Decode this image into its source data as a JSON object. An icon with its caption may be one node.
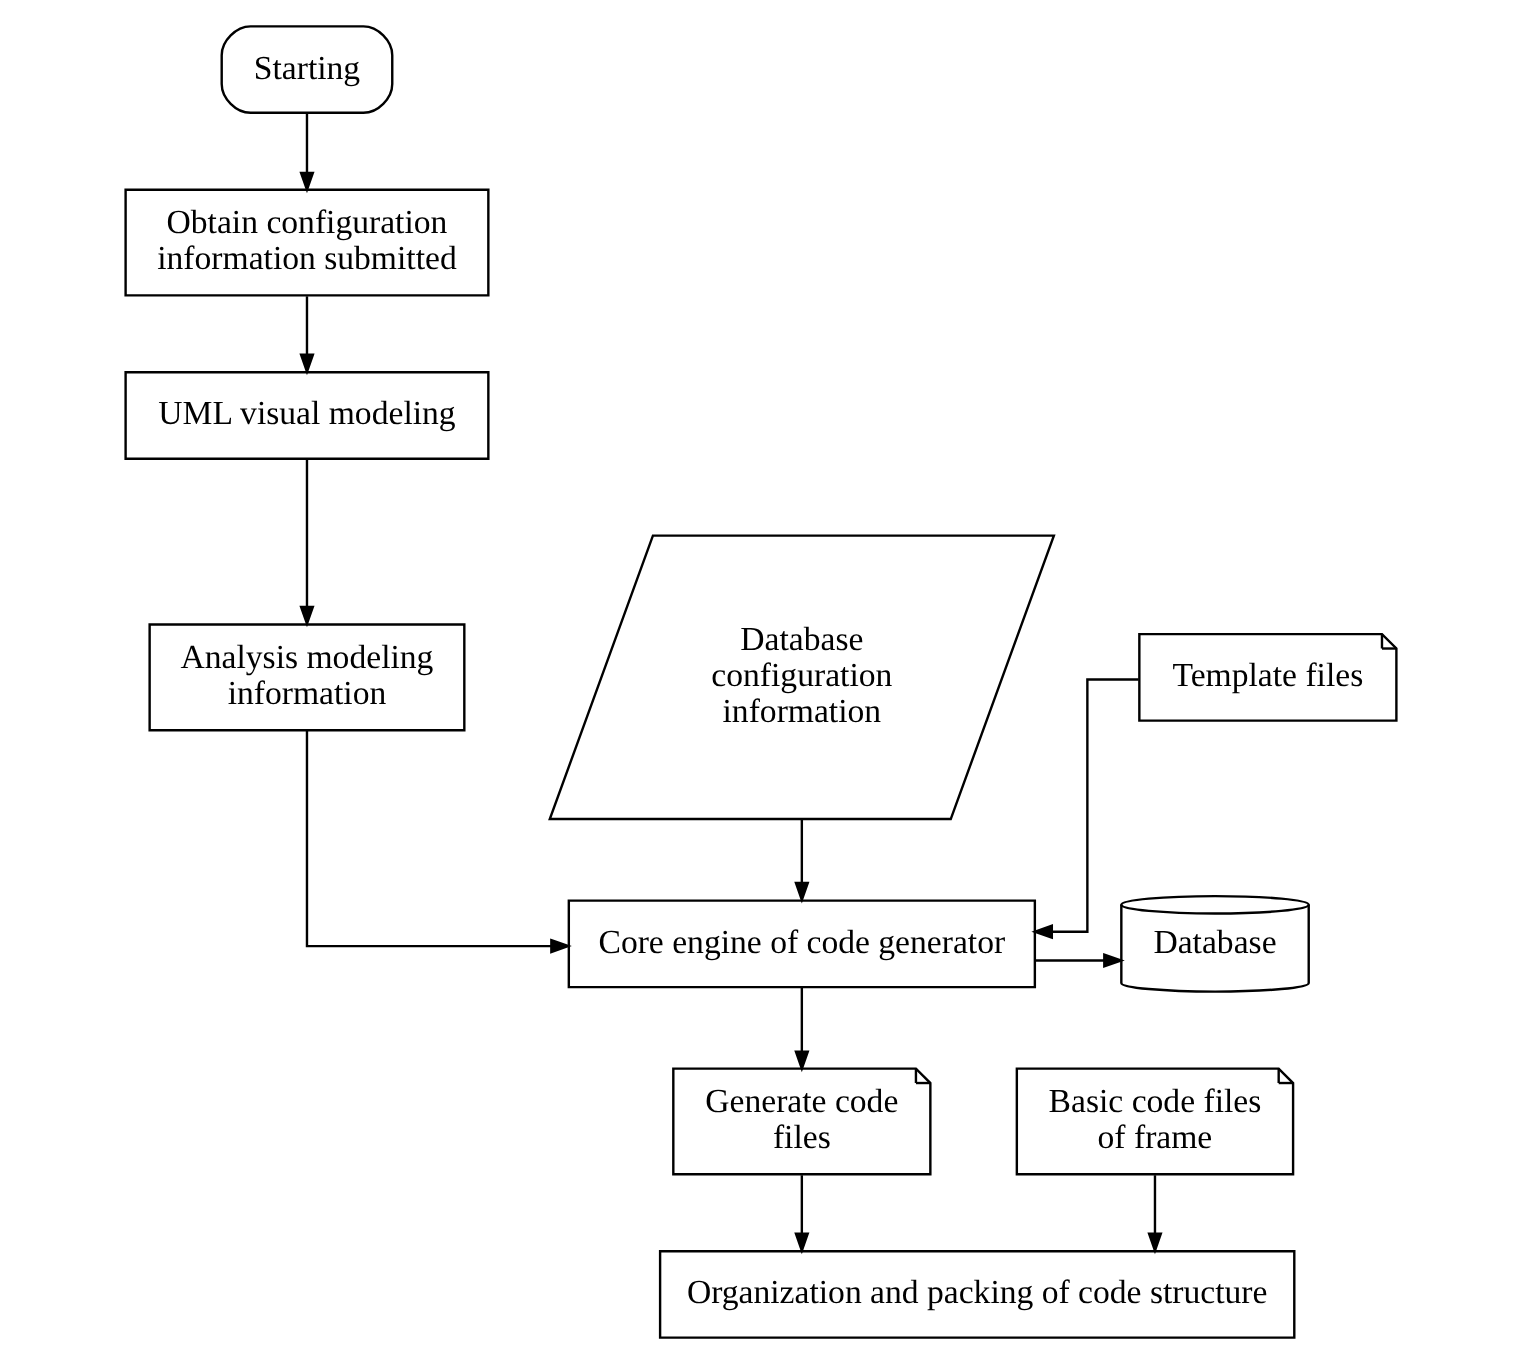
{
  "diagram": {
    "nodes": [
      {
        "text": [
          "Starting"
        ]
      },
      {
        "text": [
          "Obtain configuration information submitted"
        ]
      },
      {
        "text": [
          "UML visual modeling"
        ]
      },
      {
        "text": [
          "Database configuration information"
        ]
      },
      {
        "text": [
          "Analysis modeling information"
        ]
      },
      {
        "text": [
          "Template files"
        ]
      },
      {
        "text": [
          "Core engine of code generator"
        ]
      },
      {
        "text": [
          "Database"
        ]
      },
      {
        "text": [
          "Generate code files"
        ]
      },
      {
        "text": [
          "Basic code files of frame"
        ]
      },
      {
        "text": [
          "Organization and packing of code structure"
        ]
      }
    ],
    "edges": [
      {
        "from": 0,
        "to": 1,
        "arrow": "to"
      },
      {
        "from": 1,
        "to": 2,
        "arrow": "to"
      },
      {
        "from": 2,
        "to": 4,
        "arrow": "to"
      },
      {
        "from": 3,
        "to": 6,
        "arrow": "to"
      },
      {
        "from": 4,
        "to": 6,
        "arrow": "to"
      },
      {
        "from": 5,
        "to": 6,
        "arrow": "to"
      },
      {
        "from": 6,
        "to": 7,
        "arrow": "to"
      },
      {
        "from": 6,
        "to": 8,
        "arrow": "to"
      },
      {
        "from": 8,
        "to": 10,
        "arrow": "to"
      },
      {
        "from": 9,
        "to": 10,
        "arrow": "to"
      }
    ]
  }
}
